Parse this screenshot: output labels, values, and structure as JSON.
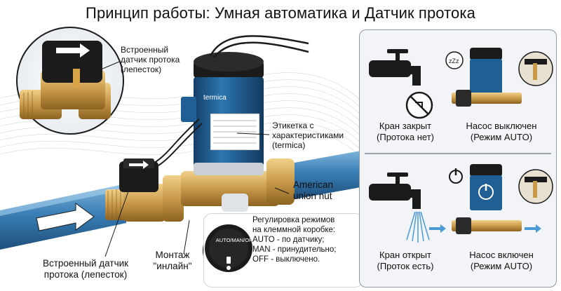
{
  "title": "Принцип работы: Умная автоматика и Датчик протока",
  "brand": "termica",
  "labels": {
    "builtin_sensor_top": [
      "Встроенный",
      "датчик протока",
      "(лепесток)"
    ],
    "label_specs": [
      "Этикетка с",
      "характеристиками",
      "(termica)"
    ],
    "american_nut": [
      "American",
      "union nut"
    ],
    "inline_mount": [
      "Монтаж",
      "\"инлайн\""
    ],
    "builtin_sensor_bottom": [
      "Встроенный датчик",
      "протока (лепесток)"
    ]
  },
  "switch_label": "AUTO/MAN/OFF",
  "callout": [
    "Регулировка режимов",
    "на клеммной коробке:",
    "AUTO - по датчику;",
    "MAN - принудительно;",
    "OFF - выключено."
  ],
  "states": {
    "closed_tap": [
      "Кран закрыт",
      "(Протока нет)"
    ],
    "pump_off": [
      "Насос выключен",
      "(Режим AUTO)"
    ],
    "open_tap": [
      "Кран открыт",
      "(Проток есть)"
    ],
    "pump_on": [
      "Насос включен",
      "(Режим AUTO)"
    ]
  },
  "sleep_icon_text": "zZz",
  "colors": {
    "pipe_blue": "#3a7fb6",
    "pump_blue": "#1f5f93",
    "brass": "#c99a4a",
    "black": "#1b1b1b",
    "panel_bg": "#f2f4f7"
  }
}
